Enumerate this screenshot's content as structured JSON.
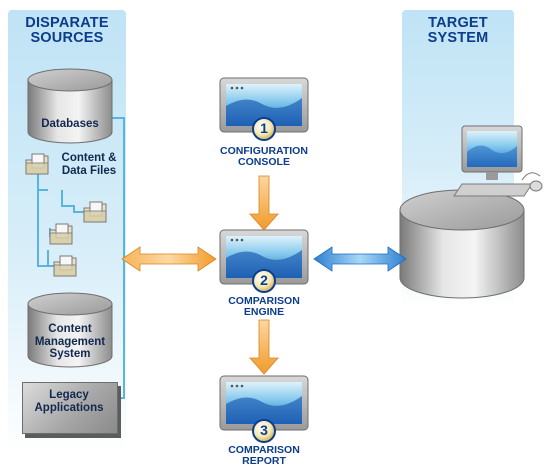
{
  "left_panel": {
    "title_line1": "DISPARATE",
    "title_line2": "SOURCES"
  },
  "right_panel": {
    "title_line1": "TARGET",
    "title_line2": "SYSTEM"
  },
  "sources": {
    "databases": "Databases",
    "content_files_line1": "Content &",
    "content_files_line2": "Data Files",
    "cms_line1": "Content",
    "cms_line2": "Management",
    "cms_line3": "System",
    "legacy_line1": "Legacy",
    "legacy_line2": "Applications"
  },
  "steps": [
    {
      "number": "1",
      "line1": "CONFIGURATION",
      "line2": "CONSOLE"
    },
    {
      "number": "2",
      "line1": "COMPARISON",
      "line2": "ENGINE"
    },
    {
      "number": "3",
      "line1": "COMPARISON",
      "line2": "REPORT"
    }
  ],
  "colors": {
    "title_blue": "#0c3c8c",
    "panel_blue": "#bfe3f5",
    "arrow_orange": "#f0a040",
    "arrow_blue": "#3a8fd8",
    "connector_blue": "#5ab4e0"
  }
}
